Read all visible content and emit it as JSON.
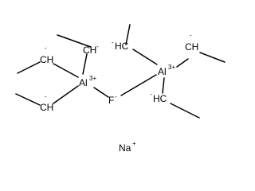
{
  "molecule": {
    "atoms": [
      {
        "id": "al_left",
        "symbol": "Al",
        "charge": "3+",
        "radical": ""
      },
      {
        "id": "al_right",
        "symbol": "Al",
        "charge": "3+",
        "radical": ""
      },
      {
        "id": "f_bridge",
        "symbol": "F",
        "charge": "-",
        "radical": ""
      },
      {
        "id": "c_l_top",
        "symbol": "CH",
        "charge": "-",
        "radical": ""
      },
      {
        "id": "c_l_mid",
        "symbol": "CH",
        "charge": "",
        "radical": "-"
      },
      {
        "id": "c_l_bot",
        "symbol": "CH",
        "charge": "",
        "radical": "-"
      },
      {
        "id": "c_r_top",
        "symbol": "HC",
        "charge": "",
        "radical": "-"
      },
      {
        "id": "c_r_right",
        "symbol": "CH",
        "charge": "",
        "radical": "-"
      },
      {
        "id": "c_r_bot",
        "symbol": "HC",
        "charge": "",
        "radical": "-"
      }
    ],
    "counterion": {
      "symbol": "Na",
      "charge": "+"
    }
  }
}
